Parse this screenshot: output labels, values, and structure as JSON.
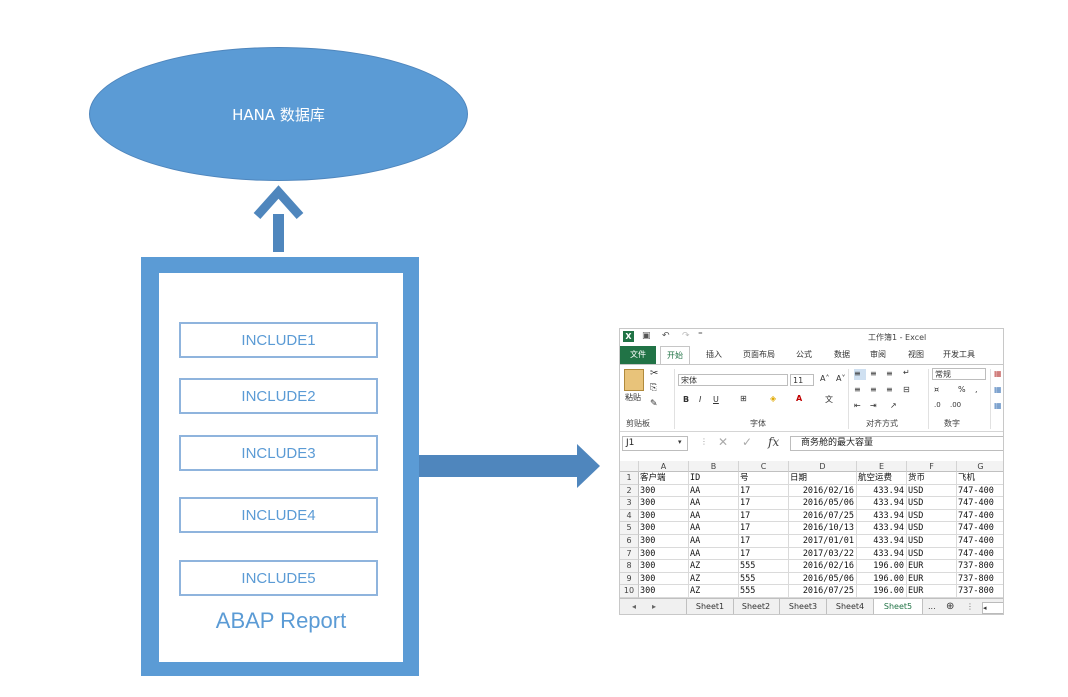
{
  "diagram": {
    "database": "HANA 数据库",
    "includes": [
      "INCLUDE1",
      "INCLUDE2",
      "INCLUDE3",
      "INCLUDE4",
      "INCLUDE5"
    ],
    "report": "ABAP Report",
    "colors": {
      "primary": "#5b9bd5",
      "arrow": "#4f86bd",
      "include_border": "#8fb4dd"
    }
  },
  "excel": {
    "title": "工作簿1 - Excel",
    "app_icon": "X",
    "ribbon_tabs": [
      "文件",
      "开始",
      "插入",
      "页面布局",
      "公式",
      "数据",
      "审阅",
      "视图",
      "开发工具"
    ],
    "active_tab": "开始",
    "clipboard": {
      "paste": "粘贴",
      "group": "剪贴板"
    },
    "font": {
      "name": "宋体",
      "size": "11",
      "bold": "B",
      "italic": "I",
      "underline": "U",
      "group": "字体"
    },
    "alignment": {
      "group": "对齐方式"
    },
    "number": {
      "format": "常规",
      "group": "数字",
      "percent": "%"
    },
    "name_box": "J1",
    "formula": "商务舱的最大容量",
    "fx": "fx",
    "columns": [
      "A",
      "B",
      "C",
      "D",
      "E",
      "F",
      "G"
    ],
    "rows": [
      [
        "客户端",
        "ID",
        "号",
        "日期",
        "航空运费",
        "货币",
        "飞机"
      ],
      [
        "300",
        "AA",
        "17",
        "2016/02/16",
        "433.94",
        "USD",
        "747-400"
      ],
      [
        "300",
        "AA",
        "17",
        "2016/05/06",
        "433.94",
        "USD",
        "747-400"
      ],
      [
        "300",
        "AA",
        "17",
        "2016/07/25",
        "433.94",
        "USD",
        "747-400"
      ],
      [
        "300",
        "AA",
        "17",
        "2016/10/13",
        "433.94",
        "USD",
        "747-400"
      ],
      [
        "300",
        "AA",
        "17",
        "2017/01/01",
        "433.94",
        "USD",
        "747-400"
      ],
      [
        "300",
        "AA",
        "17",
        "2017/03/22",
        "433.94",
        "USD",
        "747-400"
      ],
      [
        "300",
        "AZ",
        "555",
        "2016/02/16",
        "196.00",
        "EUR",
        "737-800"
      ],
      [
        "300",
        "AZ",
        "555",
        "2016/05/06",
        "196.00",
        "EUR",
        "737-800"
      ],
      [
        "300",
        "AZ",
        "555",
        "2016/07/25",
        "196.00",
        "EUR",
        "737-800"
      ]
    ],
    "sheets": [
      "Sheet1",
      "Sheet2",
      "Sheet3",
      "Sheet4",
      "Sheet5"
    ],
    "active_sheet": "Sheet5",
    "more_sheets": "...",
    "add_sheet": "⊕",
    "accent": "#217346"
  }
}
